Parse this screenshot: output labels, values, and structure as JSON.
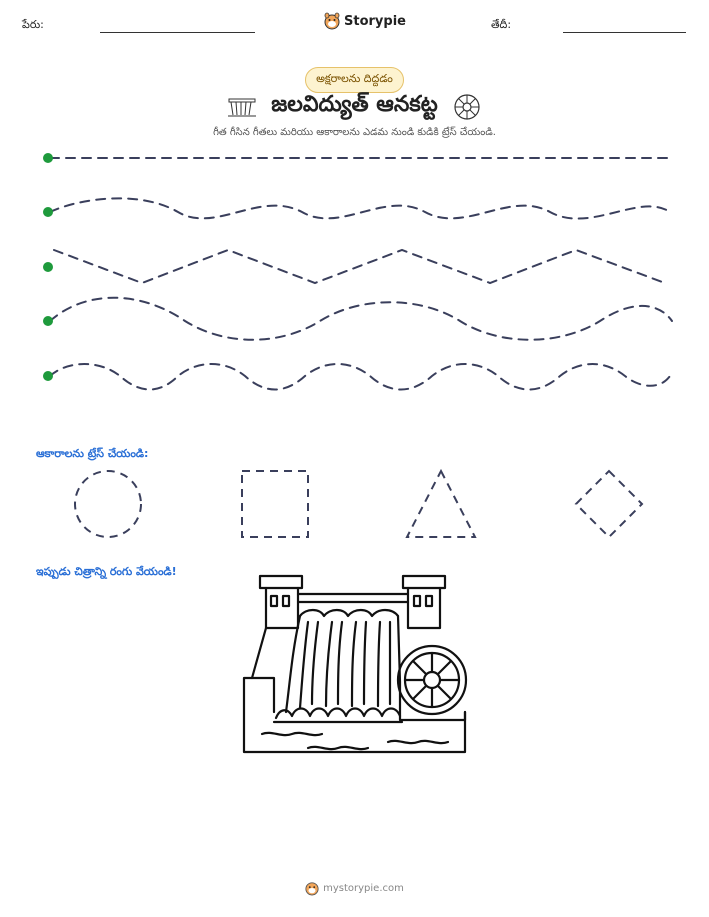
{
  "header": {
    "name_label": "పేరు:",
    "brand": "Storypie",
    "date_label": "తేదీ:"
  },
  "title_block": {
    "category_pill": "అక్షరాలను దిద్దడం",
    "title": "జలవిద్యుత్ ఆనకట్ట",
    "instruction": "గీత గీసిన గీతలు మరియు ఆకారాలను ఎడమ నుండి కుడికి ట్రేస్ చేయండి."
  },
  "sections": {
    "shapes_label": "ఆకారాలను ట్రేస్ చేయండి:",
    "coloring_label": "ఇప్పుడు చిత్రాన్ని రంగు వేయండి!"
  },
  "footer": {
    "site": "mystorypie.com"
  },
  "colors": {
    "dot": "#1e9a3c",
    "dash": "#3a3f5c",
    "accent": "#2a6fd6"
  },
  "icons": {
    "left_title": "dam-icon",
    "right_title": "wheel-icon",
    "brand": "mascot-icon"
  }
}
